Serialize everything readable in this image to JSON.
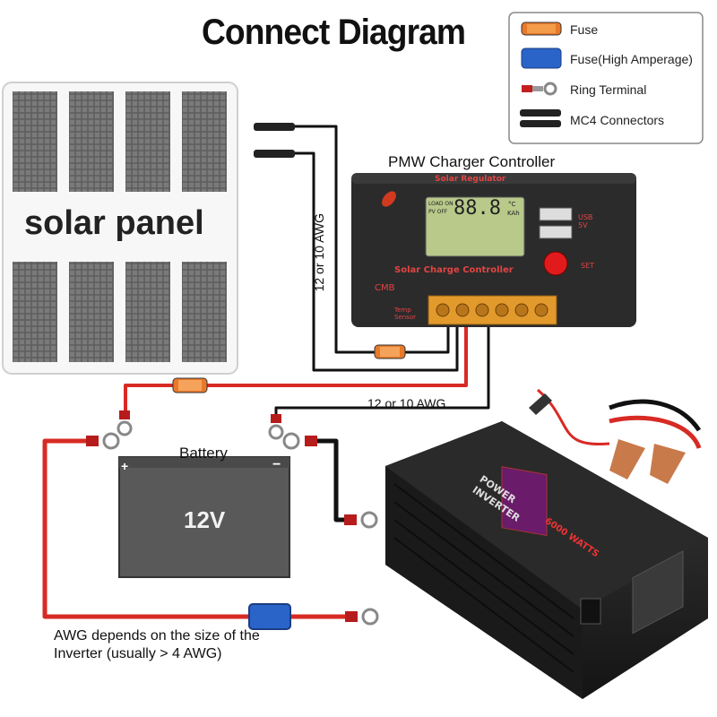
{
  "title": "Connect Diagram",
  "legend": {
    "fuse": "Fuse",
    "fuse_high": "Fuse(High Amperage)",
    "ring_terminal": "Ring Terminal",
    "mc4": "MC4 Connectors"
  },
  "solar_panel": {
    "label": "solar panel"
  },
  "controller": {
    "caption": "PMW Charger Controller",
    "brand": "Solar Regulator",
    "name": "Solar Charge Controller",
    "cmb": "CMB",
    "temp_sensor": "Temp Sensor",
    "usb": "USB 5V",
    "set": "SET",
    "lcd_load": "LOAD ON",
    "lcd_pv": "PV OFF",
    "lcd_digits": "88.8",
    "lcd_unit_c": "°C",
    "lcd_unit_kah": "KAh"
  },
  "wires": {
    "awg_vertical": "12 or 10 AWG",
    "awg_horizontal": "12 or 10 AWG"
  },
  "battery": {
    "label": "Battery",
    "voltage": "12V",
    "plus": "+",
    "minus": "−"
  },
  "inverter": {
    "line1": "POWER",
    "line2": "INVERTER",
    "watts": "6000 WATTS"
  },
  "note": "AWG depends on the size of the Inverter (usually  > 4 AWG)",
  "colors": {
    "red_wire": "#d82a24",
    "black_wire": "#111111",
    "fuse_orange": "#e8792a",
    "fuse_blue": "#2a64c8",
    "panel_cell": "#6b6b6b",
    "controller_body": "#2b2b2b",
    "terminal_block": "#e39a2c",
    "battery_body": "#5a5a5a"
  }
}
